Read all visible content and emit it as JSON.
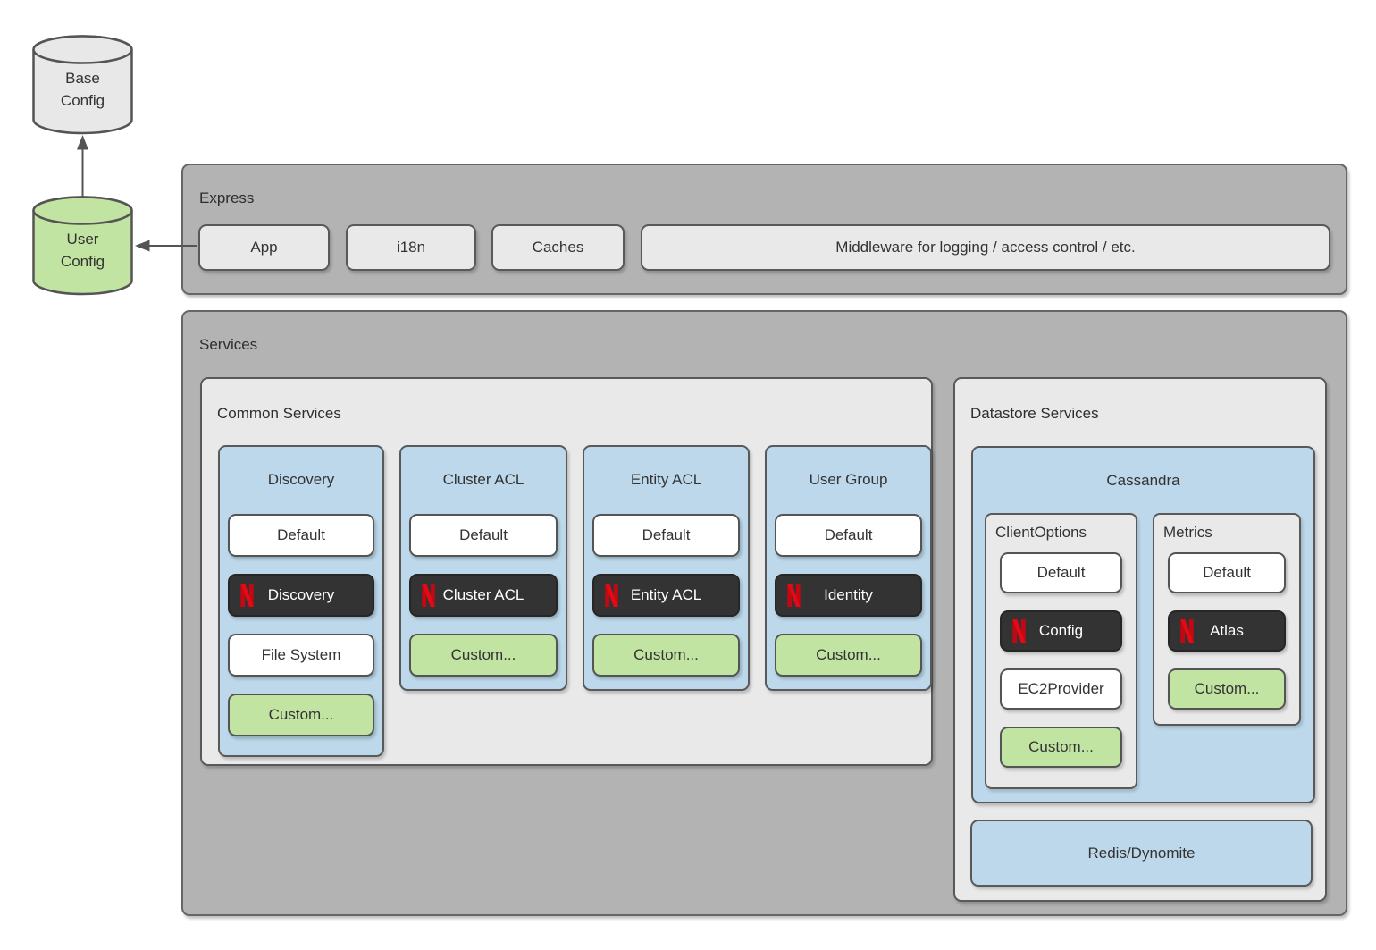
{
  "palette": {
    "container_gray": "#b3b3b3",
    "panel_gray": "#e9e9e9",
    "card_blue": "#bcd8ea",
    "item_green": "#c2e4a2",
    "item_dark": "#333333",
    "netflix_red": "#e50914",
    "border_dark": "#595959"
  },
  "config_store": {
    "base": {
      "line1": "Base",
      "line2": "Config"
    },
    "user": {
      "line1": "User",
      "line2": "Config"
    }
  },
  "express": {
    "title": "Express",
    "boxes": [
      "App",
      "i18n",
      "Caches",
      "Middleware for logging / access control / etc."
    ]
  },
  "services": {
    "title": "Services",
    "common": {
      "title": "Common Services",
      "cards": [
        {
          "title": "Discovery",
          "items": [
            {
              "label": "Default",
              "type": "default"
            },
            {
              "label": "Discovery",
              "type": "netflix"
            },
            {
              "label": "File System",
              "type": "default"
            },
            {
              "label": "Custom...",
              "type": "custom"
            }
          ]
        },
        {
          "title": "Cluster ACL",
          "items": [
            {
              "label": "Default",
              "type": "default"
            },
            {
              "label": "Cluster ACL",
              "type": "netflix"
            },
            {
              "label": "Custom...",
              "type": "custom"
            }
          ]
        },
        {
          "title": "Entity ACL",
          "items": [
            {
              "label": "Default",
              "type": "default"
            },
            {
              "label": "Entity ACL",
              "type": "netflix"
            },
            {
              "label": "Custom...",
              "type": "custom"
            }
          ]
        },
        {
          "title": "User Group",
          "items": [
            {
              "label": "Default",
              "type": "default"
            },
            {
              "label": "Identity",
              "type": "netflix"
            },
            {
              "label": "Custom...",
              "type": "custom"
            }
          ]
        }
      ]
    },
    "datastore": {
      "title": "Datastore Services",
      "cassandra": {
        "title": "Cassandra",
        "groups": [
          {
            "title": "ClientOptions",
            "items": [
              {
                "label": "Default",
                "type": "default"
              },
              {
                "label": "Config",
                "type": "netflix"
              },
              {
                "label": "EC2Provider",
                "type": "default"
              },
              {
                "label": "Custom...",
                "type": "custom"
              }
            ]
          },
          {
            "title": "Metrics",
            "items": [
              {
                "label": "Default",
                "type": "default"
              },
              {
                "label": "Atlas",
                "type": "netflix"
              },
              {
                "label": "Custom...",
                "type": "custom"
              }
            ]
          }
        ]
      },
      "redis_label": "Redis/Dynomite"
    }
  }
}
